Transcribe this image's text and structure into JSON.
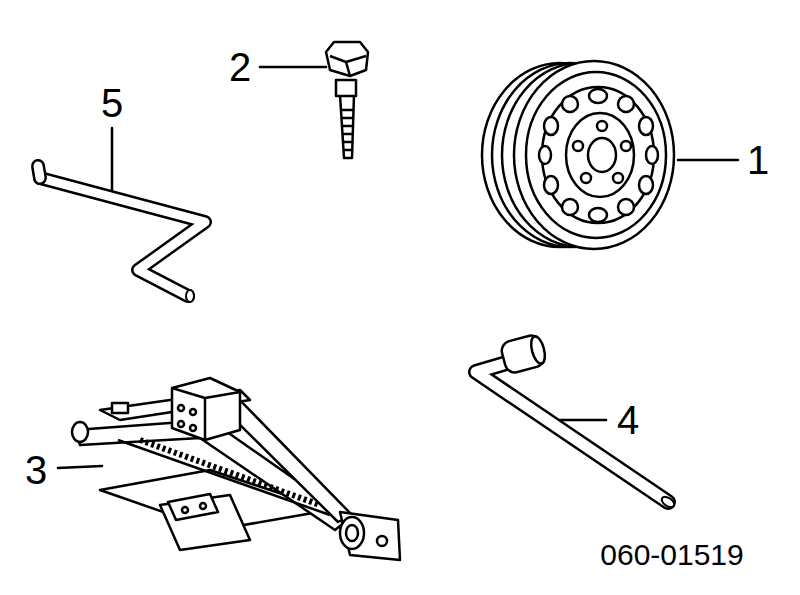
{
  "diagram": {
    "labels": [
      "5",
      "2",
      "1",
      "3",
      "4",
      "060-01519"
    ]
  }
}
